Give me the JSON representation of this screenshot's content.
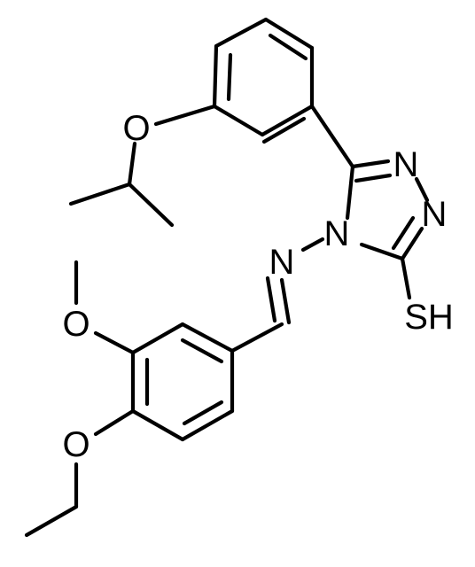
{
  "atoms": {
    "O_isopropoxy": "O",
    "N_triazole_upper": "N",
    "N_triazole_right": "N",
    "N_triazole_ring": "N",
    "N_imine": "N",
    "S_thiol": "SH",
    "O_methoxy": "O",
    "O_ethoxy": "O"
  }
}
